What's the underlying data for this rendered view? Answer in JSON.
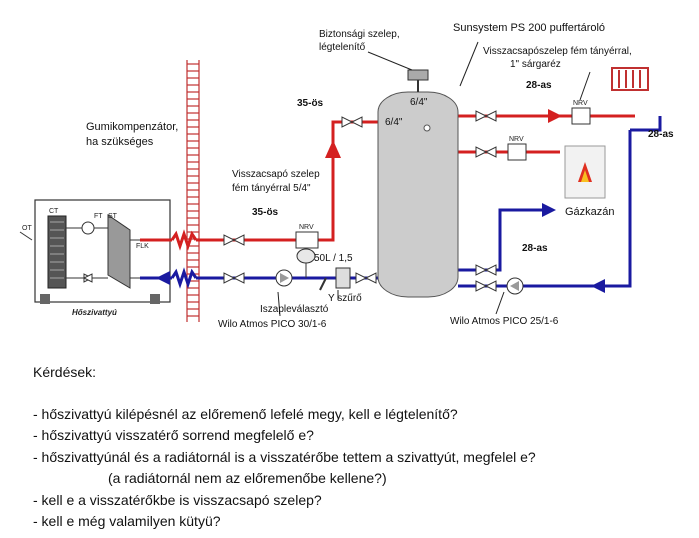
{
  "diagram": {
    "title": "Sunsystem PS 200 puffertároló",
    "safety_valve": [
      "Biztonsági szelep,",
      "légtelenítő"
    ],
    "check_valve_brass": [
      "Visszacsapószelep fém tányérral,",
      "1\" sárgaréz"
    ],
    "rubber_compensator": [
      "Gumikompenzátor,",
      "ha szükséges"
    ],
    "check_valve_54": [
      "Visszacsapó szelep",
      "fém tányérral 5/4\""
    ],
    "pipe_35_top": "35-ös",
    "pipe_35_left": "35-ös",
    "pipe_28_top": "28-as",
    "pipe_28_right": "28-as",
    "pipe_28_mid": "28-as",
    "conn_64_top": "6/4\"",
    "conn_64_side": "6/4\"",
    "expansion_tank": "50L / 1,5",
    "y_filter": "Y szűrő",
    "sludge_separator": "Iszapleválasztó",
    "pump_left": "Wilo Atmos PICO 30/1-6",
    "pump_right": "Wilo Atmos PICO 25/1-6",
    "gas_boiler": "Gázkazán",
    "heat_pump": "Hőszivattyú",
    "nrv": "NRV",
    "hp_labels": {
      "ot": "OT",
      "ct": "CT",
      "ft": "FT",
      "st": "ST",
      "flk": "FLK"
    }
  },
  "questions": {
    "title": "Kérdések:",
    "items": [
      "- hőszivattyú kilépésnél  az előremenő lefelé megy, kell e légtelenítő?",
      "- hőszivattyú visszatérő sorrend megfelelő e?",
      "- hőszivattyúnál és a radiátornál is a visszatérőbe tettem a szivattyút, megfelel e?",
      "(a radiátornál nem az előremenőbe kellene?)",
      "- kell e a visszatérőkbe is visszacsapó szelep?",
      "- kell e még valamilyen kütyü?"
    ]
  },
  "colors": {
    "supply": "#d42020",
    "return": "#1a1aa0",
    "wall": "#c03030",
    "tank": "#c8c8c8"
  }
}
